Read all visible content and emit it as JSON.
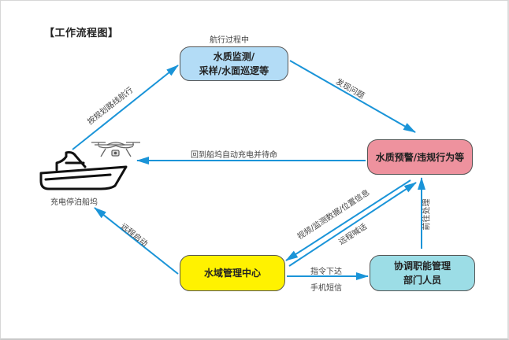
{
  "title": "【工作流程图】",
  "nodes": {
    "monitoring": {
      "line1": "水质监测/",
      "line2": "采样/水面巡逻等",
      "caption": "航行过程中"
    },
    "warning": {
      "label": "水质预警/违规行为等"
    },
    "center": {
      "label": "水域管理中心"
    },
    "departments": {
      "line1": "协调职能管理",
      "line2": "部门人员"
    },
    "dock": {
      "caption": "充电停泊船坞"
    }
  },
  "edges": {
    "dock_to_monitoring": "按规划路线航行",
    "monitoring_to_warning": "发现问题",
    "warning_to_dock": "回到船坞自动充电并待命",
    "warning_to_center": "视频/监测数据/位置信息",
    "center_to_warning": "远程喊话",
    "center_to_dock": "远程启动",
    "center_to_departments_top": "指令下达",
    "center_to_departments_bottom": "手机短信",
    "departments_to_warning": "前往处理"
  },
  "colors": {
    "arrow": "#1a94d8",
    "monitoring": "#b3dcf6",
    "warning": "#ee929e",
    "center": "#fff200",
    "departments": "#9cdde6"
  }
}
